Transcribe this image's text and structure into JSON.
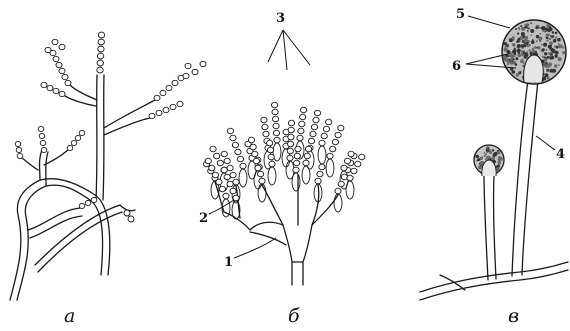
{
  "panels": [
    {
      "caption": "а"
    },
    {
      "caption": "б"
    },
    {
      "caption": "в"
    }
  ],
  "callouts": [
    "1",
    "2",
    "3",
    "4",
    "5",
    "6"
  ]
}
